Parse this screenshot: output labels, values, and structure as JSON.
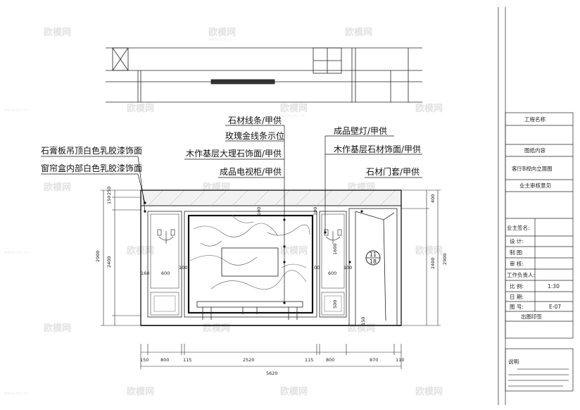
{
  "callouts_left": [
    {
      "text": "石膏板吊顶白色乳胶漆饰面"
    },
    {
      "text": "窗帘盒内部白色乳胶漆饰面"
    }
  ],
  "callouts_center": [
    {
      "text": "石材线条/甲供"
    },
    {
      "text": "玫瑰金线条示位"
    },
    {
      "text": "木作基层大理石饰面/甲供"
    },
    {
      "text": "成品电视柜/甲供"
    }
  ],
  "callouts_right": [
    {
      "text": "成品壁灯/甲供"
    },
    {
      "text": "木作基层石材饰面/甲供"
    },
    {
      "text": "石材门套/甲供"
    }
  ],
  "bottom_dims": [
    "150",
    "800",
    "115",
    "2520",
    "115",
    "800",
    "870",
    "110"
  ],
  "bottom_total": "5620",
  "left_dims": {
    "top": "150",
    "mid": "250",
    "main": "2400",
    "total": "2900"
  },
  "right_dims": {
    "top": "400",
    "main": "2400",
    "total": "2900"
  },
  "inner_dims": {
    "d100a": "100",
    "d160": "160",
    "d600a": "600",
    "d100b": "100",
    "d100c": "100",
    "d600b": "600",
    "d100d": "100",
    "d100e": "100",
    "d1600": "1600",
    "d500": "500",
    "d150": "150"
  },
  "section_marker": {
    "top": "11",
    "bottom": "18"
  },
  "title_block": {
    "project_name_label": "工程名称",
    "drawing_content_label": "图纸内容",
    "drawing_content_value": "客厅B视向立面图",
    "owner_review_label": "业主审核意见",
    "owner_sign_label": "业主签名:",
    "design_label": "设  计:",
    "draft_label": "制  图:",
    "review_label": "审  核:",
    "manager_label": "工作负责人:",
    "scale_label": "比  例:",
    "scale_value": "1:30",
    "date_label": "日  期:",
    "sheet_label": "图  号:",
    "sheet_value": "E-07",
    "stamp_label": "出图印签",
    "notes_label": "说明"
  },
  "watermark": "欧模网",
  "watermark_url": "www.om.cn"
}
